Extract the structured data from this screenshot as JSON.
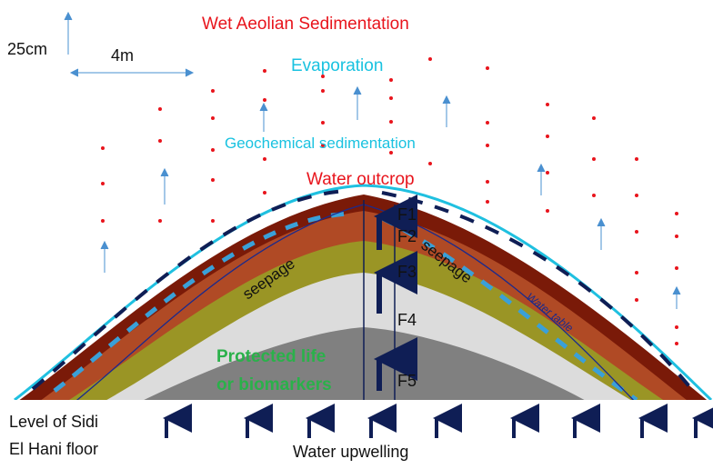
{
  "title": "Wet Aeolian Sedimentation",
  "scale": {
    "vertical": "25cm",
    "horizontal": "4m"
  },
  "processes": {
    "evaporation": "Evaporation",
    "geochemical": "Geochemical sedimentation",
    "outcrop": "Water outcrop",
    "upwelling": "Water upwelling"
  },
  "flow": {
    "seepage_left": "seepage",
    "seepage_right": "seepage",
    "water_table": "Water table"
  },
  "facies": [
    "F1",
    "F2",
    "F3",
    "F4",
    "F5"
  ],
  "biomarkers": {
    "line1": "Protected life",
    "line2": "or biomarkers"
  },
  "floor": {
    "line1": "Level of Sidi",
    "line2": "El Hani floor"
  },
  "colors": {
    "sediment_dots": "#e8141c",
    "surface": "#1fc0e0",
    "F1": "#7a1a08",
    "F2": "#b04a25",
    "F3": "#9a9525",
    "F4": "#dcdcdc",
    "F5": "#808080",
    "arrows_dark": "#0f1e55",
    "arrows_light": "#3aa0d8"
  }
}
